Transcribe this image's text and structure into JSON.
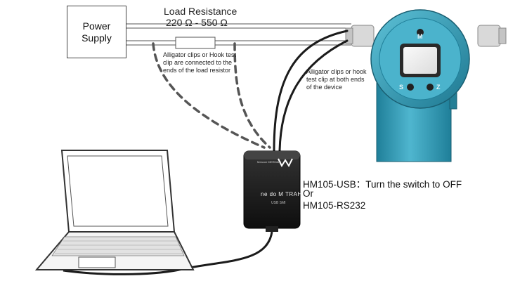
{
  "power_supply": {
    "label": "Power\nSupply"
  },
  "load": {
    "title": "Load Resistance",
    "range": "220 Ω  - 550 Ω"
  },
  "notes": {
    "resistor_clips": "Alligator clips or Hook test\nclip are connected to the\nends of the load resistor",
    "device_clips": "Alligator clips or hook\ntest clip at both ends\nof the device"
  },
  "instructions": {
    "line1": "HM105-USB：Turn the switch to OFF",
    "line2": "Or",
    "line3": "HM105-RS232"
  },
  "modem": {
    "brand": "Meacon MERMAID",
    "name": "ne do M TRAH",
    "sub": "USB SMI"
  },
  "transmitter": {
    "button_top": "M",
    "button_left": "S",
    "button_right": "Z"
  },
  "colors": {
    "transmitter_body": "#2e9bb5",
    "modem_body": "#1a1a1a",
    "cable": "#1b1b1b"
  }
}
